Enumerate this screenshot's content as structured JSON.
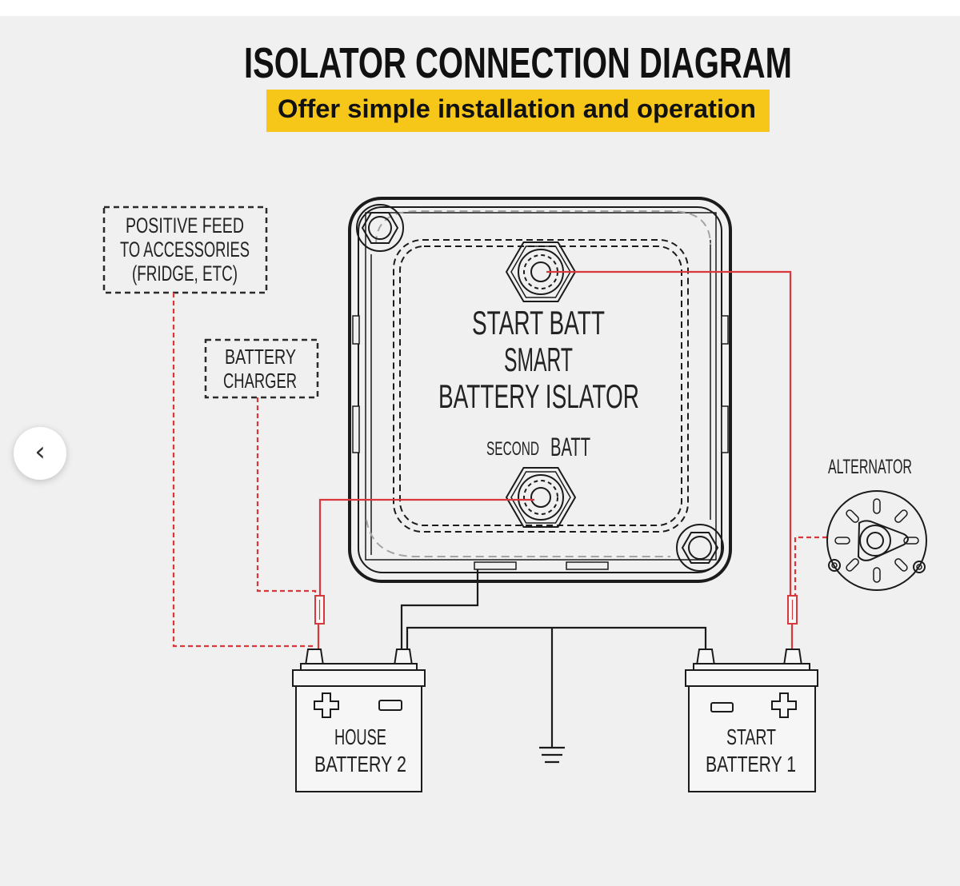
{
  "title": "ISOLATOR CONNECTION DIAGRAM",
  "subtitle": "Offer simple installation and operation",
  "colors": {
    "highlight": "#f6c619",
    "wire_positive": "#d8383c",
    "ink": "#1b1b1b",
    "background": "#f0f0f0"
  },
  "positive_feed": {
    "lines": [
      "POSITIVE FEED",
      "TO ACCESSORIES",
      "(FRIDGE, ETC)"
    ]
  },
  "battery_charger": {
    "lines": [
      "BATTERY",
      "CHARGER"
    ]
  },
  "isolator": {
    "line1": "START BATT",
    "line2": "SMART",
    "line3": "BATTERY ISLATOR",
    "second_small": "SECOND",
    "second_batt": "BATT"
  },
  "alternator": {
    "label": "ALTERNATOR"
  },
  "house_battery": {
    "line1": "HOUSE",
    "line2": "BATTERY 2"
  },
  "start_battery": {
    "line1": "START",
    "line2": "BATTERY 1"
  },
  "gallery": {
    "prev_glyph": "‹"
  },
  "icons": {
    "positive": "plus-icon",
    "negative": "minus-icon",
    "ground": "ground-icon",
    "fuse": "fuse-icon"
  }
}
